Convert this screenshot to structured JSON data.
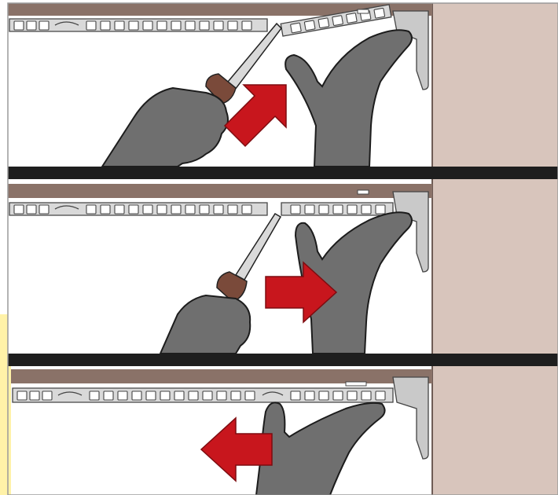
{
  "figure": {
    "panels": [
      {
        "step": 1,
        "action": "push-up-with-knife",
        "arrow_direction": "up-right",
        "tool": "putty-knife",
        "hands": [
          "left-hand-with-knife",
          "right-hand-lifting"
        ]
      },
      {
        "step": 2,
        "action": "slide-right",
        "arrow_direction": "right",
        "tool": "putty-knife",
        "hands": [
          "left-hand-with-knife",
          "right-hand-pressing"
        ]
      },
      {
        "step": 3,
        "action": "pull-left",
        "arrow_direction": "left",
        "tool": "none",
        "hands": [
          "right-hand-pulling"
        ]
      }
    ],
    "colors": {
      "background": "#ffffff",
      "wall": "#d8c5bc",
      "ceiling": "#8a7268",
      "separator": "#1e1e1e",
      "glove": "#6f6f6f",
      "glove_outline": "#1c1c1c",
      "arrow": "#c8161d",
      "knife_handle": "#7a4a3a",
      "knife_blade": "#d9d9d9",
      "track": "#bdbdbd",
      "left_edge_accent": "#fff2a8"
    },
    "icons": [
      "putty-knife-icon",
      "glove-hand-icon",
      "red-arrow-icon",
      "ceiling-track-icon"
    ]
  }
}
